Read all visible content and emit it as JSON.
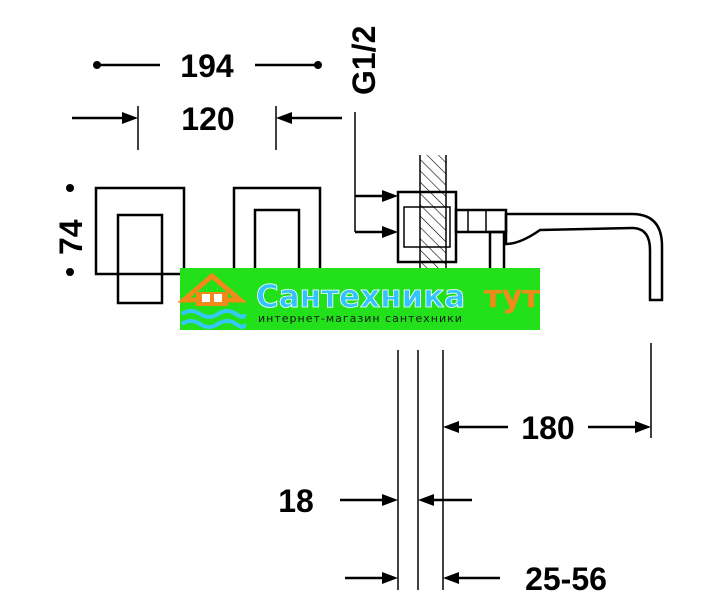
{
  "dimensions": {
    "width_total": "194",
    "spacing": "120",
    "height": "74",
    "thread": "G1/2",
    "spout_length": "180",
    "wall_offset": "18",
    "wall_range": "25-56"
  },
  "watermark": {
    "brand_part1": "Сантехника",
    "brand_part2": "тут",
    "tagline": "интернет-магазин сантехники",
    "colors": {
      "band": "#22e01a",
      "brand_text": "#33c3ff",
      "accent_text": "#f28a1a",
      "logo_orange": "#f28a1a",
      "logo_blue": "#35c8ff"
    }
  }
}
